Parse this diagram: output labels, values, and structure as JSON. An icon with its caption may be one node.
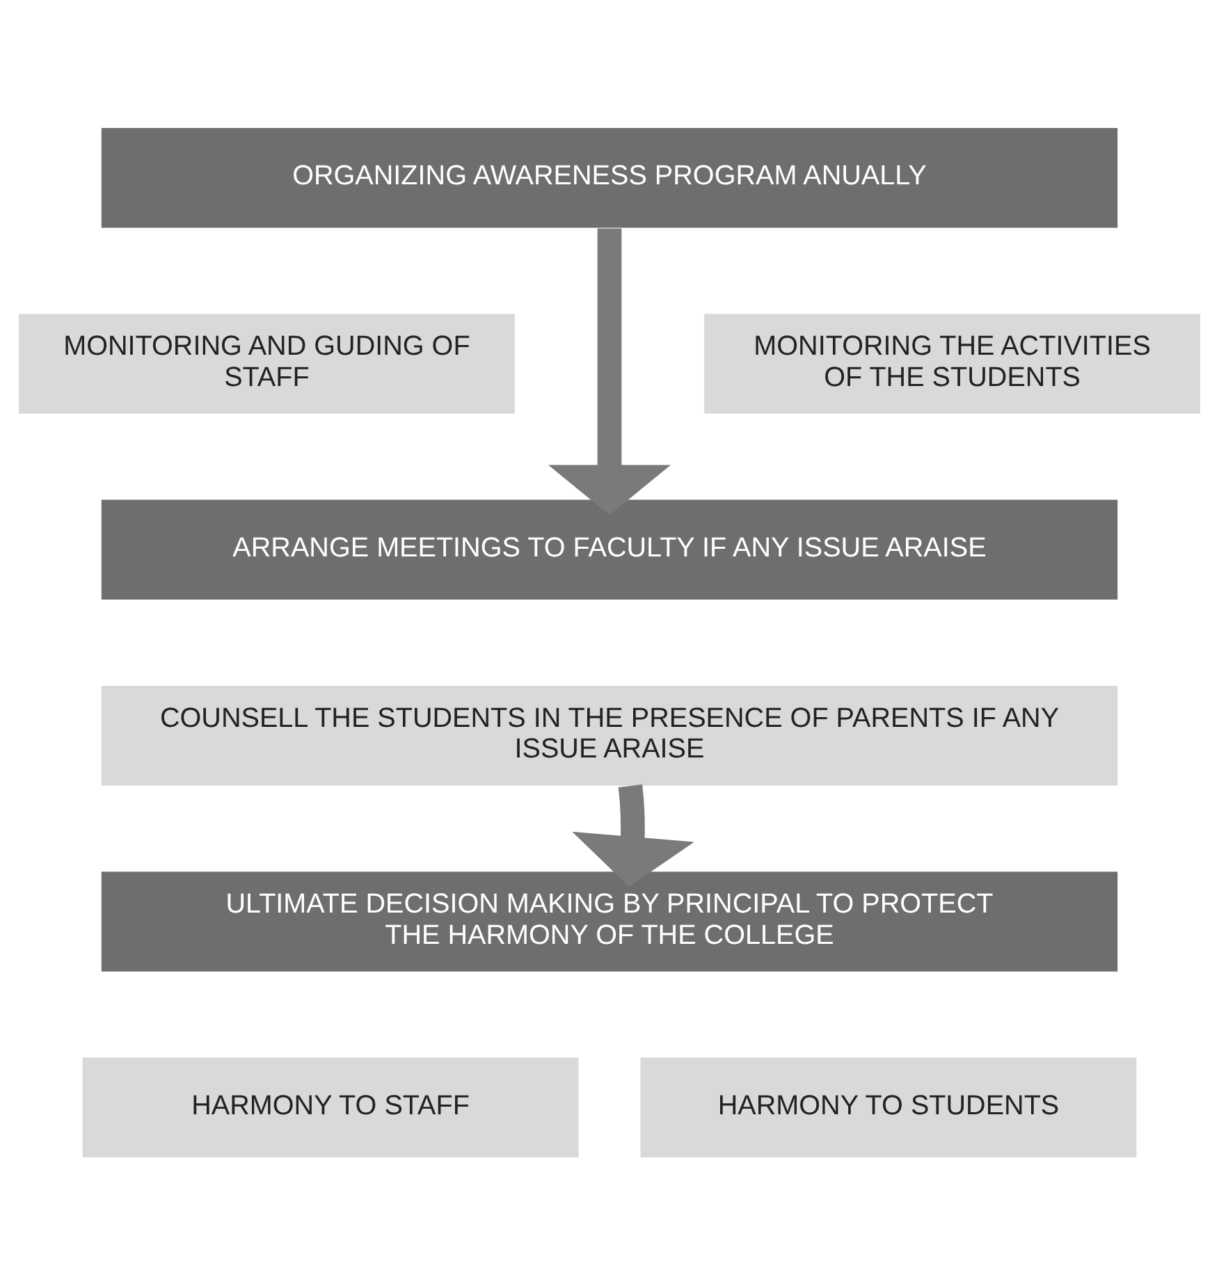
{
  "diagram": {
    "nodes": [
      {
        "text": [
          "ORGANIZING AWARENESS PROGRAM ANUALLY"
        ]
      },
      {
        "text": [
          "MONITORING AND GUDING OF STAFF"
        ]
      },
      {
        "text": [
          "MONITORING THE ACTIVITIES OF THE STUDENTS"
        ]
      },
      {
        "text": [
          "ARRANGE MEETINGS TO FACULTY IF ANY ISSUE ARAISE"
        ]
      },
      {
        "text": [
          "COUNSELL THE STUDENTS IN THE PRESENCE OF PARENTS IF ANY ISSUE ARAISE"
        ]
      },
      {
        "text": [
          "ULTIMATE DECISION MAKING BY PRINCIPAL TO PROTECT THE HARMONY OF THE COLLEGE"
        ]
      },
      {
        "text": [
          "HARMONY TO STAFF"
        ]
      },
      {
        "text": [
          "HARMONY TO STUDENTS"
        ]
      }
    ],
    "edges": [
      {
        "from": 0,
        "to": 3,
        "arrow": "to"
      },
      {
        "from": 4,
        "to": 5,
        "arrow": "to"
      }
    ]
  }
}
